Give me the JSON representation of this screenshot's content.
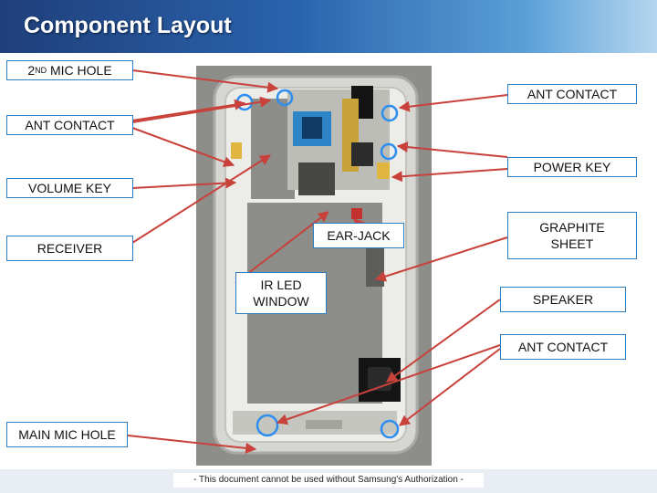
{
  "header": {
    "title": "Component Layout"
  },
  "labels": {
    "mic2_prefix": "2",
    "mic2_sup": "ND",
    "mic2_suffix": " MIC HOLE",
    "ant_contact_top_right": "ANT CONTACT",
    "ant_contact_left": "ANT CONTACT",
    "power_key": "POWER KEY",
    "volume_key": "VOLUME KEY",
    "graphite_sheet": "GRAPHITE\nSHEET",
    "ear_jack": "EAR-JACK",
    "receiver": "RECEIVER",
    "ir_led_window": "IR LED\nWINDOW",
    "speaker": "SPEAKER",
    "ant_contact_bottom_right": "ANT CONTACT",
    "main_mic_hole": "MAIN MIC HOLE"
  },
  "footer": {
    "text": "- This document cannot be used without Samsung's Authorization -"
  },
  "colors": {
    "leader_line": "#c8413a",
    "label_border": "#2d7fc4",
    "marker_circle": "#2d8ef0"
  }
}
